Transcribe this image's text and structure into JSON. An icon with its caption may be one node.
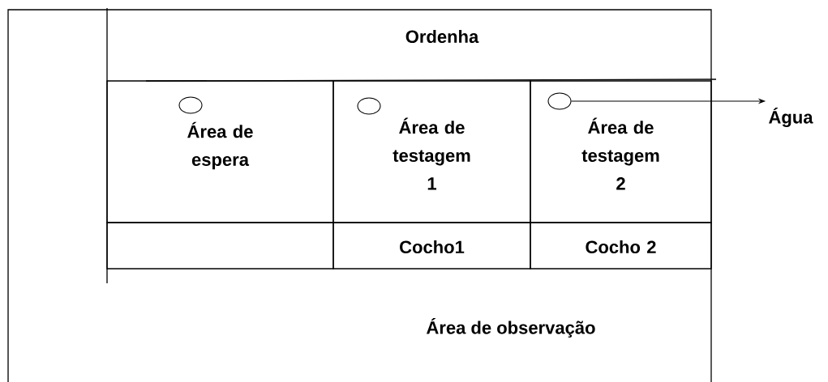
{
  "diagram": {
    "nodes": [
      {
        "text": [
          "Ordenha"
        ]
      },
      {
        "text": [
          "Área de espera"
        ]
      },
      {
        "text": [],
        "shape": "circle",
        "in": 1
      },
      {
        "text": [
          "Área de testagem 1"
        ]
      },
      {
        "text": [],
        "shape": "circle",
        "in": 3
      },
      {
        "text": [
          "Área de testagem 2"
        ]
      },
      {
        "text": [],
        "shape": "circle",
        "in": 5
      },
      {
        "text": [
          "Água"
        ]
      },
      {
        "text": [],
        "shape": "box"
      },
      {
        "text": [
          "Cocho1"
        ]
      },
      {
        "text": [
          "Cocho 2"
        ]
      },
      {
        "text": [
          "Área de observação"
        ]
      }
    ],
    "edges": [
      {
        "from": 6,
        "to": 7,
        "arrow": "to"
      }
    ]
  }
}
